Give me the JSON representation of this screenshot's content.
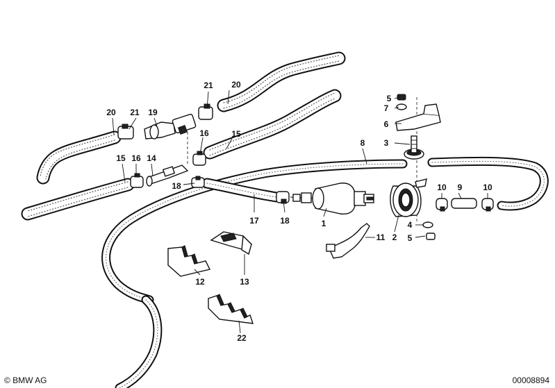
{
  "footer": {
    "copyright": "© BMW AG",
    "document_number": "00008894"
  },
  "callouts": [
    {
      "id": "c1",
      "text": "1"
    },
    {
      "id": "c2",
      "text": "2"
    },
    {
      "id": "c3",
      "text": "3"
    },
    {
      "id": "c4",
      "text": "4"
    },
    {
      "id": "c5a",
      "text": "5"
    },
    {
      "id": "c5b",
      "text": "5"
    },
    {
      "id": "c6",
      "text": "6"
    },
    {
      "id": "c7",
      "text": "7"
    },
    {
      "id": "c8",
      "text": "8"
    },
    {
      "id": "c9",
      "text": "9"
    },
    {
      "id": "c10a",
      "text": "10"
    },
    {
      "id": "c10b",
      "text": "10"
    },
    {
      "id": "c11",
      "text": "11"
    },
    {
      "id": "c12",
      "text": "12"
    },
    {
      "id": "c13",
      "text": "13"
    },
    {
      "id": "c14",
      "text": "14"
    },
    {
      "id": "c15a",
      "text": "15"
    },
    {
      "id": "c15b",
      "text": "15"
    },
    {
      "id": "c16a",
      "text": "16"
    },
    {
      "id": "c16b",
      "text": "16"
    },
    {
      "id": "c17",
      "text": "17"
    },
    {
      "id": "c18a",
      "text": "18"
    },
    {
      "id": "c18b",
      "text": "18"
    },
    {
      "id": "c19",
      "text": "19"
    },
    {
      "id": "c20a",
      "text": "20"
    },
    {
      "id": "c20b",
      "text": "20"
    },
    {
      "id": "c21a",
      "text": "21"
    },
    {
      "id": "c21b",
      "text": "21"
    },
    {
      "id": "c22",
      "text": "22"
    }
  ]
}
